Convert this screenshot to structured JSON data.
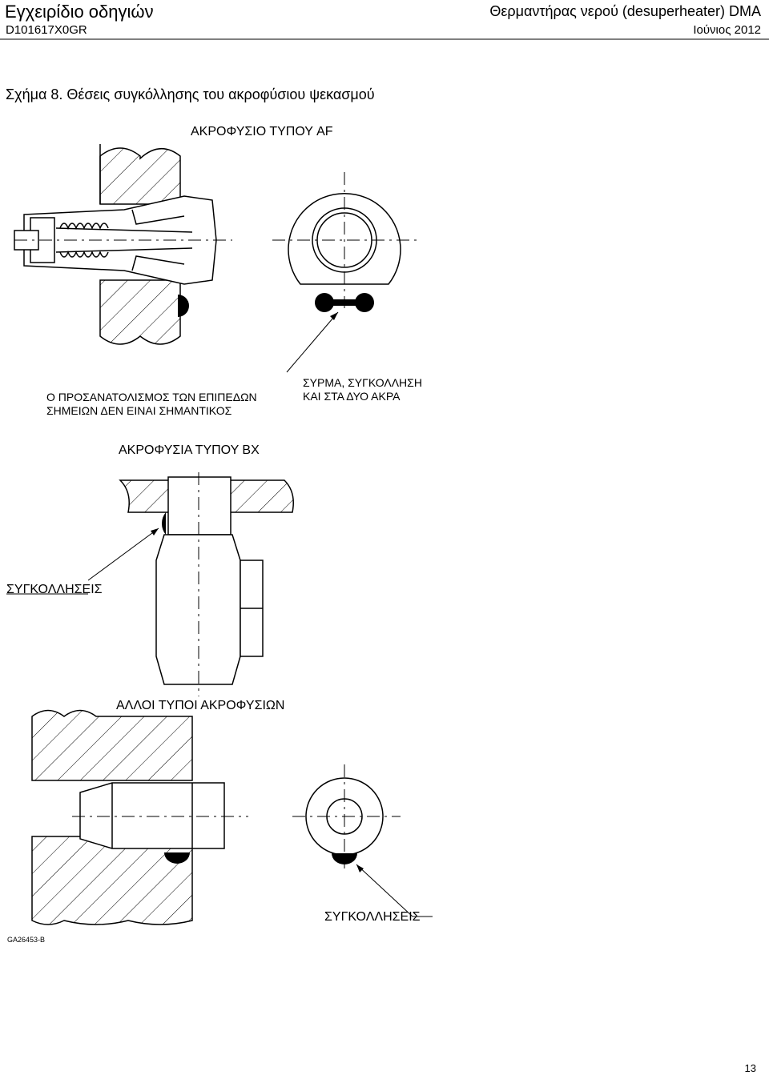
{
  "header": {
    "manual_title": "Εγχειρίδιο οδηγιών",
    "doc_code": "D101617X0GR",
    "product_title": "Θερμαντήρας νερού (desuperheater) DMA",
    "date": "Ιούνιος 2012"
  },
  "figure": {
    "caption": "Σχήμα 8. Θέσεις συγκόλλησης του ακροφύσιου ψεκασμού",
    "section_af": {
      "title": "ΑΚΡΟΦΥΣΙΟ ΤΥΠΟΥ AF",
      "note_line1": "Ο ΠΡΟΣΑΝΑΤΟΛΙΣΜΟΣ ΤΩΝ ΕΠΙΠΕΔΩΝ",
      "note_line2": "ΣΗΜΕΙΩΝ ΔΕΝ ΕΙΝΑΙ ΣΗΜΑΝΤΙΚΟΣ",
      "wire_line1": "ΣΥΡΜΑ, ΣΥΓΚΟΛΛΗΣΗ",
      "wire_line2": "ΚΑΙ ΣΤΑ ΔΥΟ ΑΚΡΑ"
    },
    "section_bx": {
      "title": "ΑΚΡΟΦΥΣΙΑ ΤΥΠΟΥ BX",
      "welds_label": "ΣΥΓΚΟΛΛΗΣΕΙΣ"
    },
    "section_other": {
      "title": "ΑΛΛΟΙ ΤΥΠΟΙ ΑΚΡΟΦΥΣΙΩΝ",
      "welds_label": "ΣΥΓΚΟΛΛΗΣΕΙΣ"
    },
    "drawing_id": "GA26453-B"
  },
  "page_number": "13"
}
